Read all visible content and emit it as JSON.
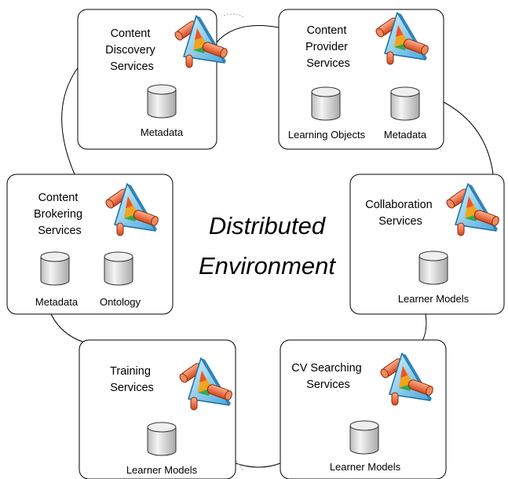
{
  "center": {
    "line1": "Distributed",
    "line2": "Environment"
  },
  "services": [
    {
      "id": "content-discovery",
      "title_lines": [
        "Content",
        "Discovery",
        "Services"
      ],
      "databases": [
        "Metadata"
      ]
    },
    {
      "id": "content-provider",
      "title_lines": [
        "Content",
        "Provider",
        "Services"
      ],
      "databases": [
        "Learning Objects",
        "Metadata"
      ]
    },
    {
      "id": "content-brokering",
      "title_lines": [
        "Content",
        "Brokering",
        "Services"
      ],
      "databases": [
        "Metadata",
        "Ontology"
      ]
    },
    {
      "id": "collaboration",
      "title_lines": [
        "Collaboration",
        "Services"
      ],
      "databases": [
        "Learner Models"
      ]
    },
    {
      "id": "training",
      "title_lines": [
        "Training",
        "Services"
      ],
      "databases": [
        "Learner Models"
      ]
    },
    {
      "id": "cv-searching",
      "title_lines": [
        "CV Searching",
        "Services"
      ],
      "databases": [
        "Learner Models"
      ]
    }
  ],
  "icons": {
    "service": "service-component-icon",
    "database": "database-icon"
  },
  "colors": {
    "box_border": "#000000",
    "connector": "#000000",
    "database_fill": "#e4e4e4",
    "icon_blue": "#5fb8e6",
    "icon_orange": "#f06a3c",
    "icon_green": "#3aa64a"
  }
}
